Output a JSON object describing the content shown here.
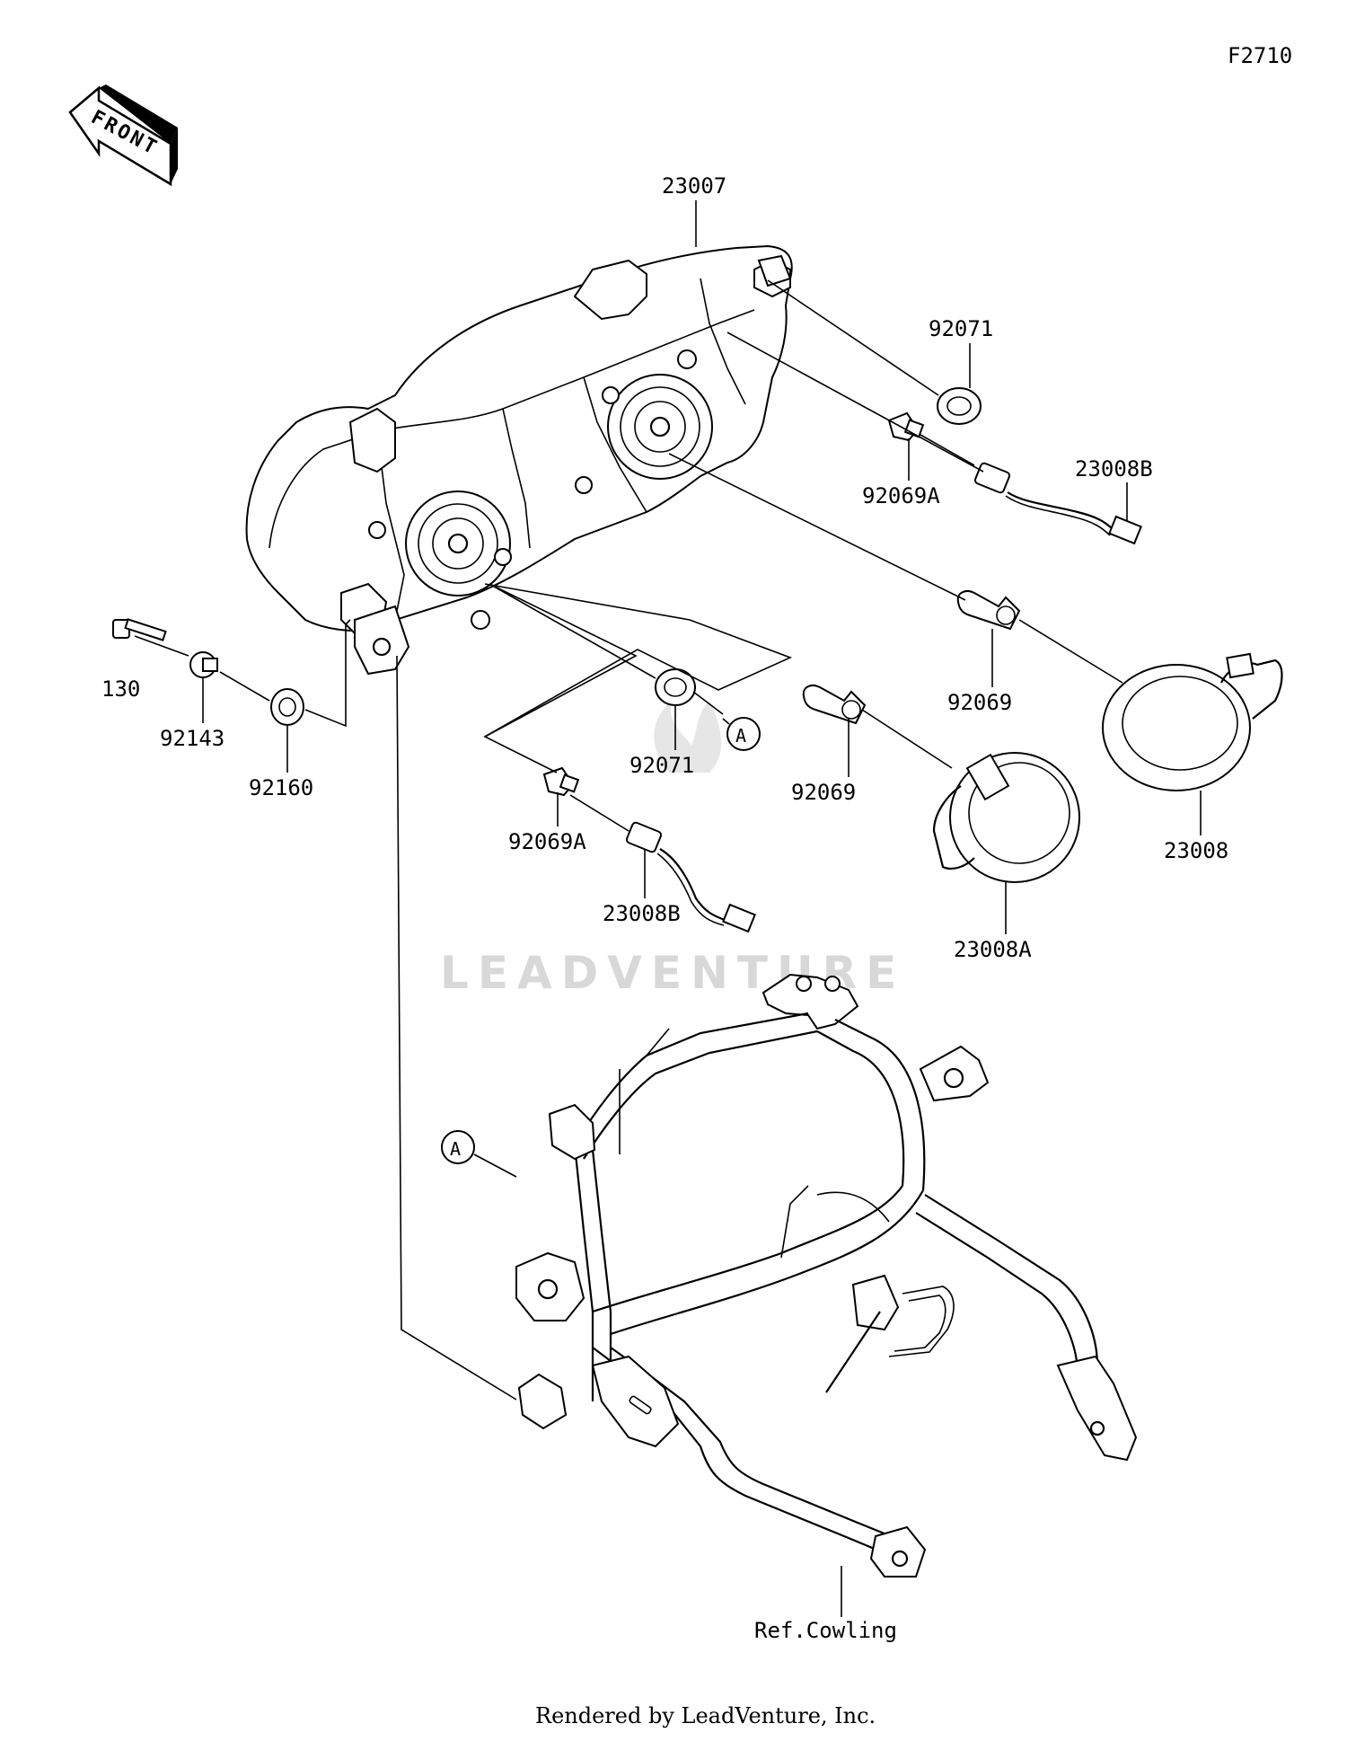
{
  "figure_code": "F2710",
  "front_marker": "FRONT",
  "watermark": "LEADVENTURE",
  "footer": "Rendered by LeadVenture, Inc.",
  "callouts": {
    "headlight_assy": "23007",
    "grommet_upper": "92071",
    "bulb_small_upper": "92069A",
    "socket_upper": "23008B",
    "bulb_upper": "92069",
    "cover_right": "23008",
    "grommet_lower": "92071",
    "bulb_lower": "92069",
    "cover_left": "23008A",
    "bulb_small_lower": "92069A",
    "socket_lower": "23008B",
    "bolt": "130",
    "collar": "92143",
    "damper": "92160",
    "ref_cowling": "Ref.Cowling"
  },
  "ref_marks": [
    "A",
    "A"
  ]
}
